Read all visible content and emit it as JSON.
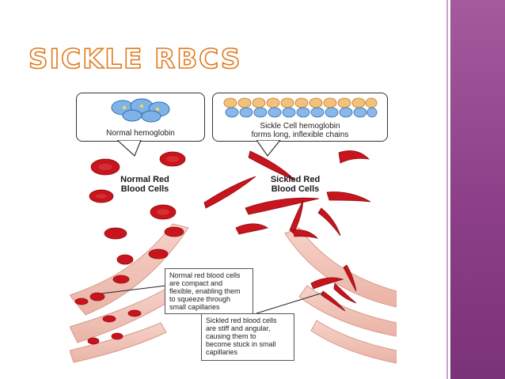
{
  "slide": {
    "title": "SICKLE RBCS",
    "accent_color": "#e07a1f",
    "sidebar_color": "#8c3f88"
  },
  "figure": {
    "normal_hemoglobin_caption": "Normal hemoglobin",
    "sickle_hemoglobin_caption_line1": "Sickle Cell hemoglobin",
    "sickle_hemoglobin_caption_line2": "forms long, inflexible chains",
    "normal_label_line1": "Normal Red",
    "normal_label_line2": "Blood Cells",
    "sickled_label_line1": "Sickled Red",
    "sickled_label_line2": "Blood Cells",
    "normal_note_lines": [
      "Normal red blood cells",
      "are compact and",
      "flexible, enabling them",
      "to squeeze through",
      "small capillaries"
    ],
    "sickled_note_lines": [
      "Sickled red blood cells",
      "are stiff and angular,",
      "causing them to",
      "become stuck in small",
      "capillaries"
    ]
  }
}
